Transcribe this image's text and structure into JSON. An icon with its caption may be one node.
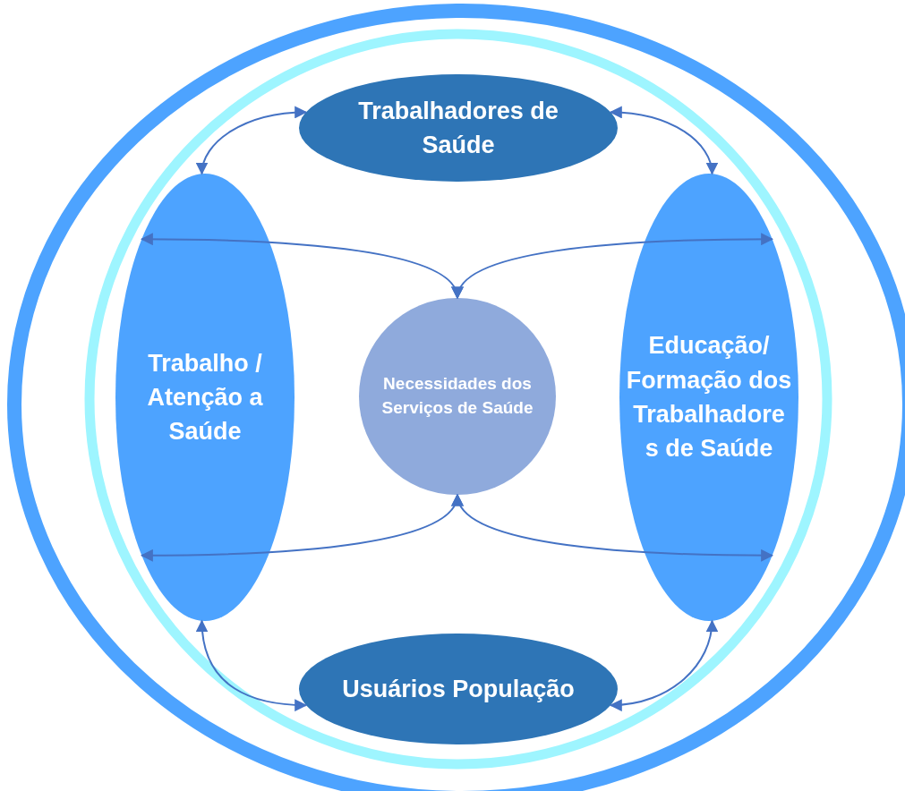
{
  "diagram": {
    "nodes": [
      {
        "text": [
          "Trabalhadores de Saúde"
        ]
      },
      {
        "text": [
          "Trabalho / Atenção a Saúde"
        ]
      },
      {
        "text": [
          "Necessidades dos Serviços de Saúde"
        ]
      },
      {
        "text": [
          "Educação/ Formação dos Trabalhadore s de Saúde"
        ]
      },
      {
        "text": [
          "Usuários População"
        ]
      }
    ],
    "edges": [
      {
        "from": 0,
        "to": 1,
        "arrow": "both"
      },
      {
        "from": 0,
        "to": 3,
        "arrow": "both"
      },
      {
        "from": 2,
        "to": 1,
        "arrow": "both"
      },
      {
        "from": 2,
        "to": 3,
        "arrow": "both"
      },
      {
        "from": 2,
        "to": 1,
        "arrow": "both"
      },
      {
        "from": 2,
        "to": 3,
        "arrow": "both"
      },
      {
        "from": 1,
        "to": 4,
        "arrow": "both"
      },
      {
        "from": 4,
        "to": 3,
        "arrow": "both"
      }
    ]
  }
}
